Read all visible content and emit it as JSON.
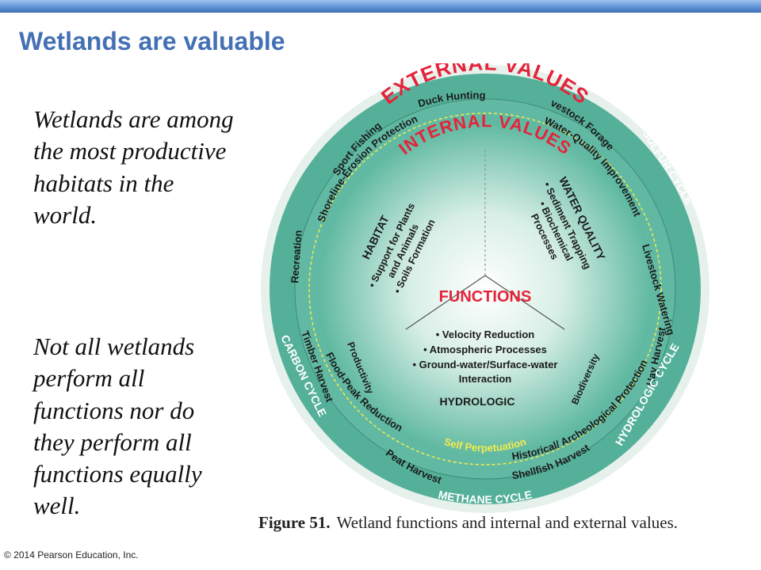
{
  "slide": {
    "title": "Wetlands are valuable",
    "paragraph_1": "Wetlands are among the most productive habitats in the world.",
    "paragraph_2": "Not all wetlands perform all functions nor do they perform all functions equally well.",
    "copyright": "© 2014 Pearson Education, Inc."
  },
  "figure": {
    "number": "Figure 51.",
    "caption": "Wetland functions and internal and external values.",
    "outer_cycles": [
      "SULFUR CYCLE",
      "HYDROLOGIC CYCLE",
      "METHANE CYCLE",
      "CARBON CYCLE"
    ],
    "external_values": {
      "heading": "EXTERNAL VALUES",
      "items": [
        "Duck Hunting",
        "Livestock Forage",
        "Water-Quality Improvement",
        "Livestock Watering",
        "Hay Harvest",
        "Historical/ Archeological Protection",
        "Shellfish Harvest",
        "Peat Harvest",
        "Flood-Peak Reduction",
        "Timber Harvest",
        "Recreation",
        "Shoreline-Erosion Protection",
        "Sport Fishing"
      ]
    },
    "internal_values": {
      "heading": "INTERNAL VALUES",
      "items": [
        "Productivity",
        "Biodiversity",
        "Self Perpetuation"
      ]
    },
    "functions": {
      "heading": "FUNCTIONS",
      "habitat": {
        "title": "HABITAT",
        "items": [
          "• Support for Plants",
          "and Animals",
          "• Soils Formation"
        ]
      },
      "water_quality": {
        "title": "WATER QUALITY",
        "items": [
          "• Sediment Trapping",
          "• Biochemical",
          "Processes"
        ]
      },
      "hydrologic": {
        "title": "HYDROLOGIC",
        "items": [
          "• Velocity Reduction",
          "• Atmospheric Processes",
          "• Ground-water/Surface-water",
          "Interaction"
        ]
      }
    },
    "colors": {
      "outer_ring": "#55b09a",
      "heading_red": "#e5233a",
      "self_perpetuation": "#f3ec4c"
    }
  }
}
